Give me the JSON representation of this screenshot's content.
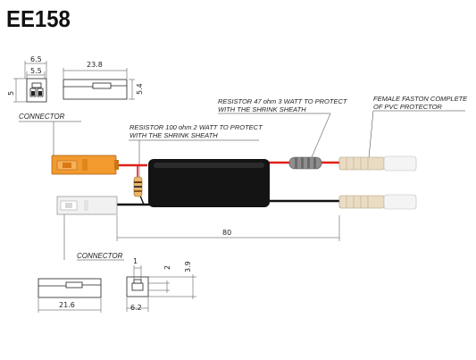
{
  "title": "EE158",
  "labels": {
    "connector_top": "CONNECTOR",
    "connector_bottom": "CONNECTOR",
    "resistor_100": [
      "RESISTOR 100 ohm 2 WATT TO PROTECT",
      "WITH THE SHRINK SHEATH"
    ],
    "resistor_47": [
      "RESISTOR 47 ohm 3 WATT TO PROTECT",
      "WITH THE SHRINK SHEATH"
    ],
    "faston": [
      "FEMALE FASTON COMPLETE",
      "OF PVC PROTECTOR"
    ]
  },
  "dimensions": {
    "top_w1": "6.5",
    "top_w2": "5.5",
    "top_h": "5",
    "top_len": "23.8",
    "top_h2": "5.4",
    "cable_len": "80",
    "bot_1": "1",
    "bot_2": "2",
    "bot_39": "3.9",
    "bot_len": "21.6",
    "bot_w": "6.2"
  },
  "colors": {
    "wire_red": "#e0201a",
    "wire_black": "#111111",
    "connector_orange": "#f29a2e",
    "sheath": "#141414",
    "faston_body": "#eadcc4",
    "protector": "#f4f4f4"
  }
}
